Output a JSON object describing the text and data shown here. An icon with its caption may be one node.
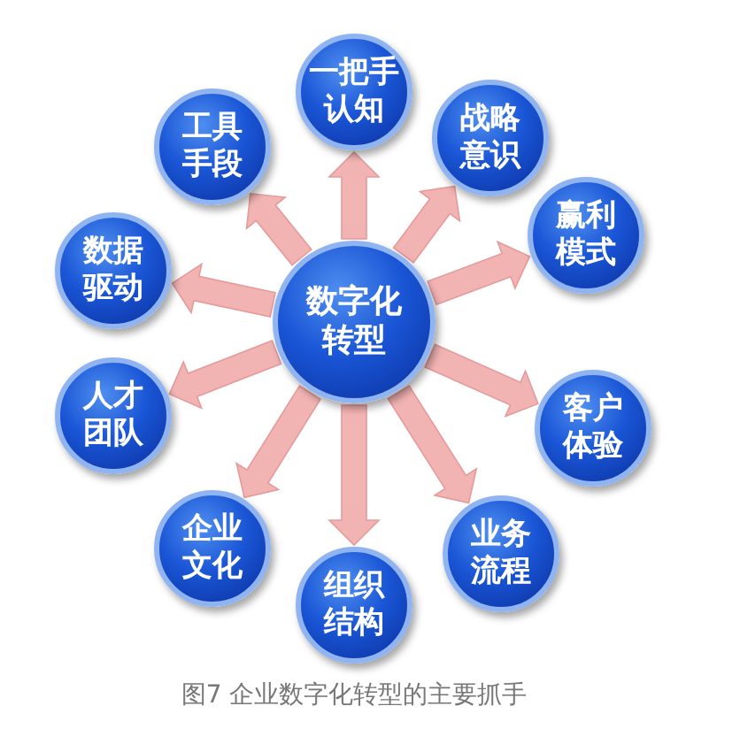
{
  "diagram": {
    "caption": "图7 企业数字化转型的主要抓手",
    "nodes": [
      {
        "text": [
          "数字化转型"
        ]
      },
      {
        "text": [
          "一把手认知"
        ]
      },
      {
        "text": [
          "战略意识"
        ]
      },
      {
        "text": [
          "赢利模式"
        ]
      },
      {
        "text": [
          "客户体验"
        ]
      },
      {
        "text": [
          "业务流程"
        ]
      },
      {
        "text": [
          "组织结构"
        ]
      },
      {
        "text": [
          "企业文化"
        ]
      },
      {
        "text": [
          "人才团队"
        ]
      },
      {
        "text": [
          "数据驱动"
        ]
      },
      {
        "text": [
          "工具手段"
        ]
      }
    ],
    "edges": [
      {
        "from": 0,
        "to": 1,
        "arrow": "to"
      },
      {
        "from": 0,
        "to": 2,
        "arrow": "to"
      },
      {
        "from": 0,
        "to": 3,
        "arrow": "to"
      },
      {
        "from": 0,
        "to": 4,
        "arrow": "to"
      },
      {
        "from": 0,
        "to": 5,
        "arrow": "to"
      },
      {
        "from": 0,
        "to": 6,
        "arrow": "to"
      },
      {
        "from": 0,
        "to": 7,
        "arrow": "to"
      },
      {
        "from": 0,
        "to": 8,
        "arrow": "to"
      },
      {
        "from": 0,
        "to": 9,
        "arrow": "to"
      },
      {
        "from": 0,
        "to": 10,
        "arrow": "to"
      }
    ]
  }
}
